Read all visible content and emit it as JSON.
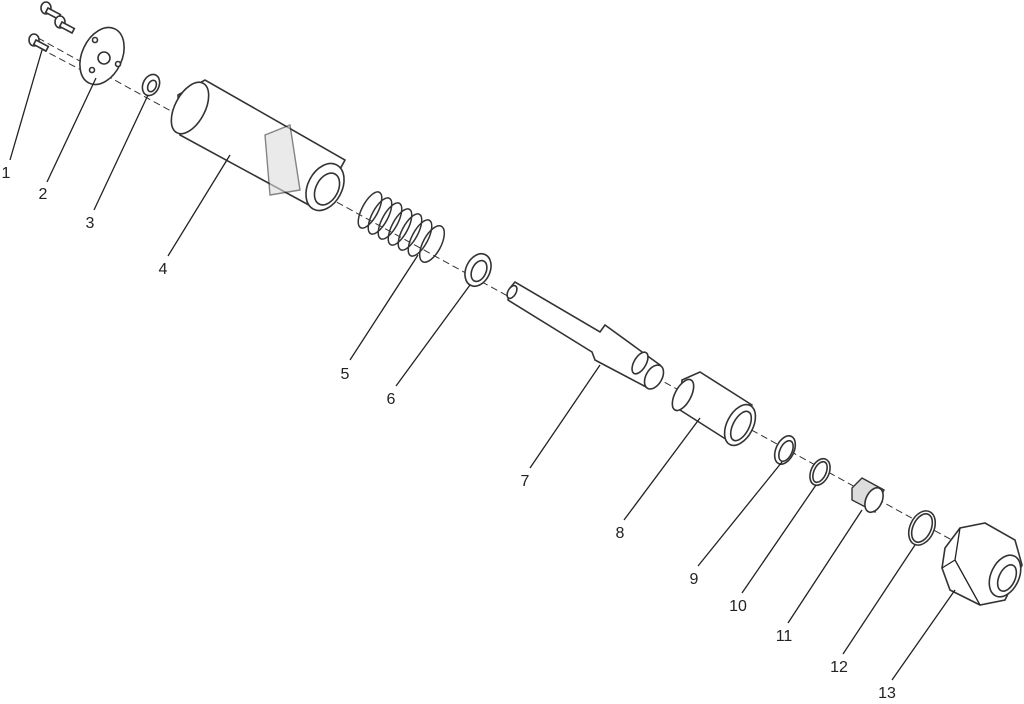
{
  "diagram": {
    "type": "exploded-parts-view",
    "callouts": [
      "1",
      "2",
      "3",
      "4",
      "5",
      "6",
      "7",
      "8",
      "9",
      "10",
      "11",
      "12",
      "13"
    ]
  }
}
